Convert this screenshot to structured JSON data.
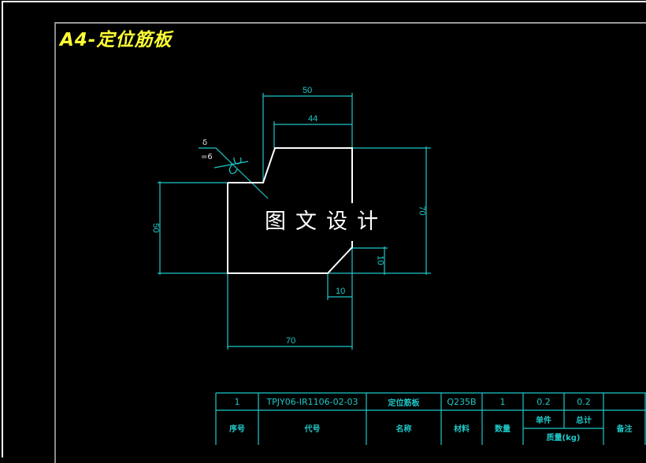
{
  "drawing": {
    "title": "A4-定位筋板",
    "watermark": "图文设计",
    "colors": {
      "background": "#000000",
      "outline": "#ffffff",
      "dimension": "#1ec8c8",
      "title": "#ffff33",
      "frame_inner": "#9a9a9a"
    },
    "dimensions": {
      "top_overall_width": "50",
      "top_flat_width": "44",
      "right_height": "70",
      "left_height": "50",
      "bottom_width": "70",
      "chamfer_vertical": "10",
      "chamfer_horizontal": "10"
    },
    "weld_note": {
      "symbol": "δ",
      "value": "=6"
    }
  },
  "title_block": {
    "values": {
      "index": "1",
      "code": "TPJY06-IR1106-02-03",
      "name": "定位筋板",
      "material": "Q235B",
      "quantity": "1",
      "unit_mass": "0.2",
      "total_mass": "0.2",
      "remarks": ""
    },
    "headers": {
      "index": "序号",
      "code": "代号",
      "name": "名称",
      "material": "材料",
      "quantity": "数量",
      "unit": "单件",
      "total": "总计",
      "mass": "质量(kg)",
      "remarks": "备注"
    }
  }
}
